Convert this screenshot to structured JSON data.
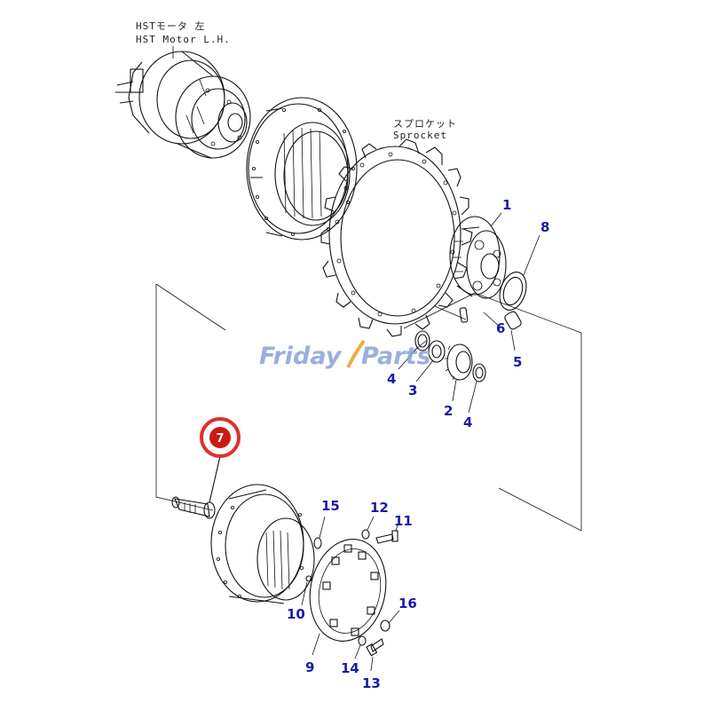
{
  "captions": {
    "motor_jp": "HSTモータ 左",
    "motor_en": "HST Motor L.H.",
    "sprocket_jp": "スプロケット",
    "sprocket_en": "Sprocket"
  },
  "watermark": {
    "part1": "Friday",
    "part2": "Parts",
    "color_blue": "#8fa8d8",
    "color_orange": "#f0a030"
  },
  "highlight": {
    "label": "7",
    "ring_color": "#e03028",
    "fill_color": "#cc1a10"
  },
  "label_color": "#1a1aa8",
  "callouts": [
    "1",
    "8",
    "6",
    "5",
    "4",
    "3",
    "2",
    "4",
    "15",
    "12",
    "11",
    "10",
    "16",
    "9",
    "14",
    "13"
  ]
}
